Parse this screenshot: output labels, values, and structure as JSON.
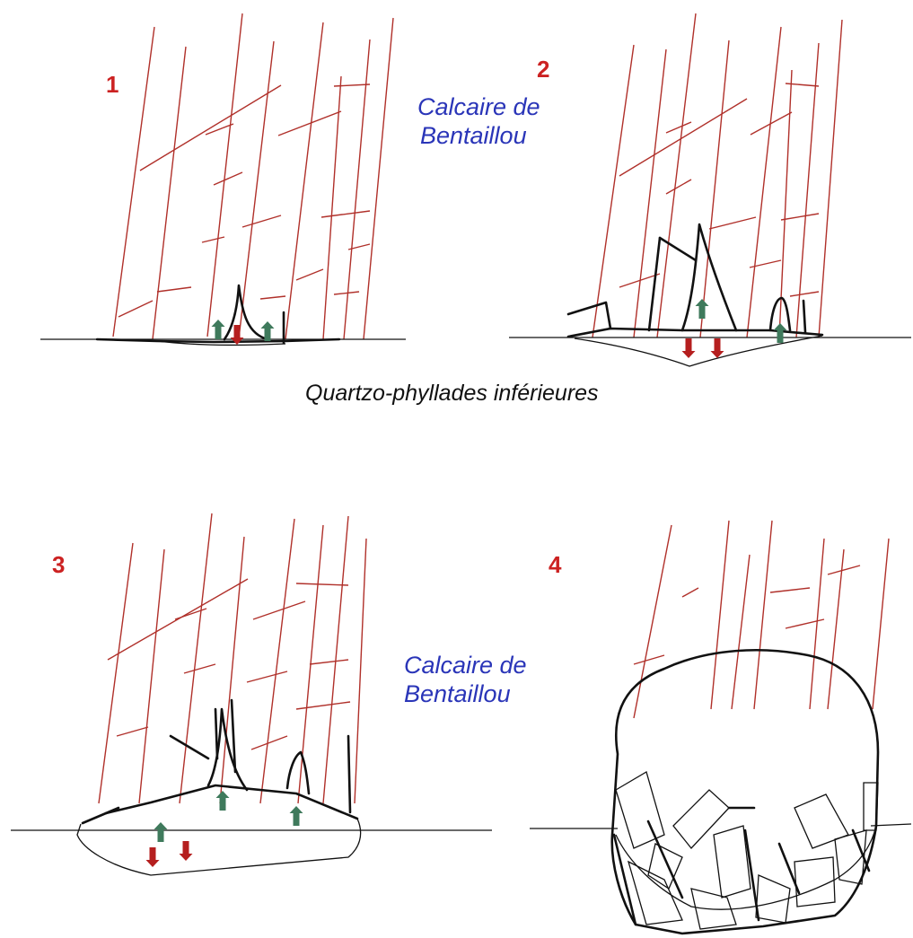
{
  "panels": [
    {
      "number": "1"
    },
    {
      "number": "2"
    },
    {
      "number": "3"
    },
    {
      "number": "4"
    }
  ],
  "labels": {
    "limestone_top_line1": "Calcaire de",
    "limestone_top_line2": "Bentaillou",
    "schists_middle": "Quartzo-phyllades inférieures",
    "limestone_bottom_line1": "Calcaire de",
    "limestone_bottom_line2": "Bentaillou"
  },
  "colors": {
    "joints": "#b0302a",
    "fractures": "#111111",
    "arrow_up": "#3f7a5c",
    "arrow_down": "#b51f1f",
    "panel_numbers": "#cc2222",
    "formation_label": "#2a35b8"
  }
}
